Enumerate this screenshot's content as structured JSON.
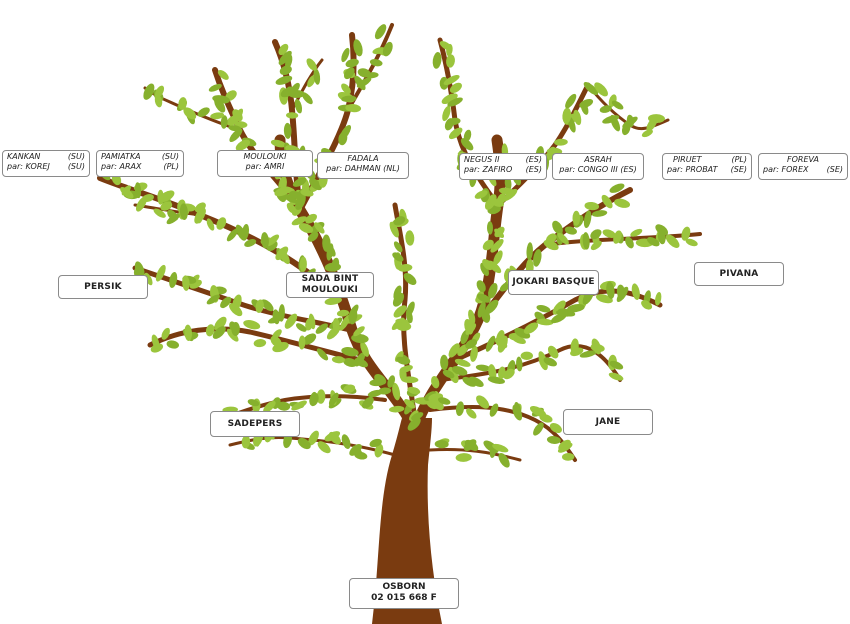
{
  "colors": {
    "trunk": "#7a3b10",
    "leaf": "#9bc53d",
    "leaf_dark": "#86b02d",
    "box_border": "#8a8a8a"
  },
  "top_row": [
    {
      "name": "KANKAN",
      "name_country": "(SU)",
      "sire_line": "par: KOREJ",
      "sire_country": "(SU)"
    },
    {
      "name": "PAMIATKA",
      "name_country": "(SU)",
      "sire_line": "par: ARAX",
      "sire_country": "(PL)"
    },
    {
      "name": "MOULOUKI",
      "sire_line": "par: AMRI"
    },
    {
      "name": "FADALA",
      "sire_line": "par: DAHMAN (NL)"
    },
    {
      "name": "NEGUS II",
      "name_country": "(ES)",
      "sire_line": "par: ZAFIRO",
      "sire_country": "(ES)"
    },
    {
      "name": "ASRAH",
      "sire_line": "par: CONGO III (ES)"
    },
    {
      "name": "PIRUET",
      "name_country": "(PL)",
      "sire_line": "par: PROBAT",
      "sire_country": "(SE)"
    },
    {
      "name": "FOREVA",
      "sire_line": "par: FOREX",
      "sire_country": "(SE)"
    }
  ],
  "middle": {
    "persik": "PERSIK",
    "sada_line1": "SADA BINT",
    "sada_line2": "MOULOUKI",
    "jokari": "JOKARI BASQUE",
    "pivana": "PIVANA"
  },
  "lower": {
    "sadepers": "SADEPERS",
    "jane": "JANE"
  },
  "root": {
    "name": "OSBORN",
    "number": "02 015 668 F"
  }
}
